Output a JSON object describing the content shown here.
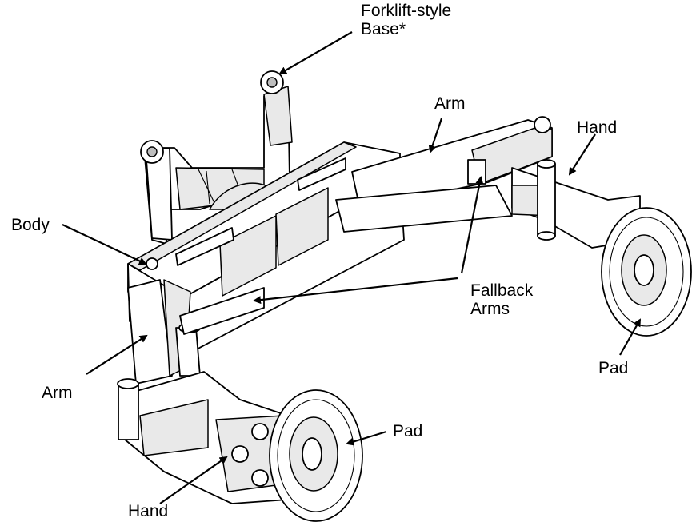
{
  "labels": {
    "base": "Forklift-style\nBase*",
    "arm_top": "Arm",
    "hand_top": "Hand",
    "body": "Body",
    "fallback_arms": "Fallback\nArms",
    "pad_right": "Pad",
    "arm_left": "Arm",
    "pad_bottom": "Pad",
    "hand_bottom": "Hand"
  }
}
